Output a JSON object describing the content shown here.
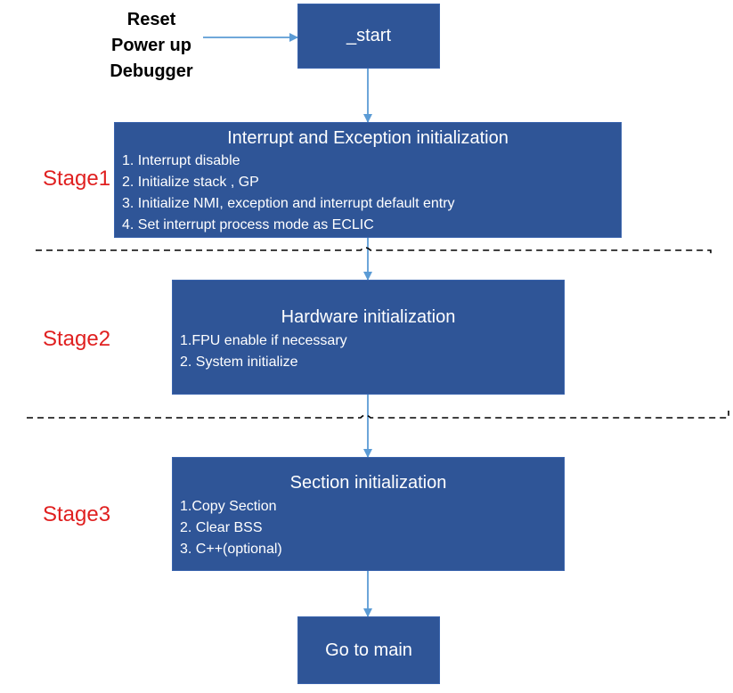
{
  "trigger": {
    "lines": [
      "Reset",
      "Power up",
      "Debugger"
    ]
  },
  "start_box": {
    "label": "_start"
  },
  "stage1": {
    "label": "Stage1",
    "title": "Interrupt and Exception initialization",
    "items": [
      "1. Interrupt disable",
      "2. Initialize stack , GP",
      "3. Initialize NMI, exception and interrupt default entry",
      "4. Set interrupt process mode as ECLIC"
    ]
  },
  "stage2": {
    "label": "Stage2",
    "title": "Hardware initialization",
    "items": [
      "1.FPU enable if necessary",
      "2. System initialize"
    ]
  },
  "stage3": {
    "label": "Stage3",
    "title": "Section initialization",
    "items": [
      "1.Copy Section",
      "2. Clear BSS",
      "3. C++(optional)"
    ]
  },
  "end_box": {
    "label": "Go to main"
  },
  "colors": {
    "box_fill": "#2f5597",
    "arrow": "#5b9bd5",
    "stage_label": "#e02020",
    "divider": "#000000"
  }
}
